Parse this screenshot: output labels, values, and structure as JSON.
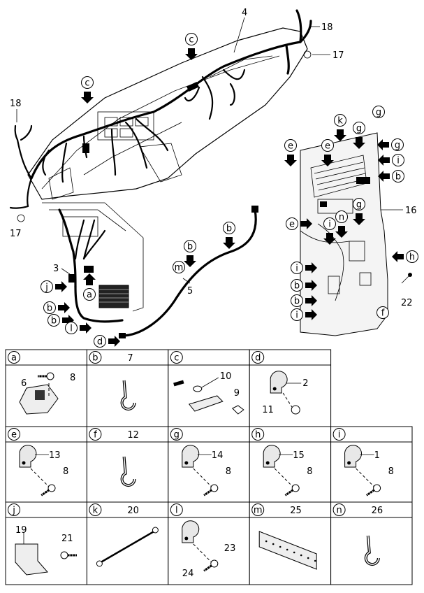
{
  "callouts": {
    "c1": "4",
    "c2": "18",
    "c3": "17",
    "c4": "18",
    "c5": "17",
    "c6": "3",
    "c7": "5",
    "c8": "16",
    "c9": "22"
  },
  "letters": {
    "l_c_top": "c",
    "l_c_left": "c",
    "l_m": "m",
    "l_a": "a",
    "l_j": "j",
    "l_b1": "b",
    "l_b2": "b",
    "l_l": "l",
    "l_d": "d",
    "l_b3": "b",
    "l_b4": "b",
    "l_e1": "e",
    "l_k": "k",
    "l_g1": "g",
    "l_e2": "e",
    "l_g2": "g",
    "l_g3": "g",
    "l_i1": "i",
    "l_b5": "b",
    "l_e3": "e",
    "l_i2": "i",
    "l_n": "n",
    "l_g4": "g",
    "l_i3": "i",
    "l_b6": "b",
    "l_b7": "b",
    "l_i4": "i",
    "l_h": "h",
    "l_f": "f"
  },
  "grid": {
    "cells": [
      {
        "key": "a",
        "number": "",
        "parts": [
          "6",
          "8"
        ]
      },
      {
        "key": "b",
        "number": "7",
        "parts": []
      },
      {
        "key": "c",
        "number": "",
        "parts": [
          "10",
          "9"
        ]
      },
      {
        "key": "d",
        "number": "",
        "parts": [
          "2",
          "11"
        ]
      },
      {
        "key": "e",
        "number": "",
        "parts": [
          "13",
          "8"
        ]
      },
      {
        "key": "f",
        "number": "12",
        "parts": []
      },
      {
        "key": "g",
        "number": "",
        "parts": [
          "14",
          "8"
        ]
      },
      {
        "key": "h",
        "number": "",
        "parts": [
          "15",
          "8"
        ]
      },
      {
        "key": "i",
        "number": "",
        "parts": [
          "1",
          "8"
        ]
      },
      {
        "key": "j",
        "number": "",
        "parts": [
          "19",
          "21"
        ]
      },
      {
        "key": "k",
        "number": "20",
        "parts": []
      },
      {
        "key": "l",
        "number": "",
        "parts": [
          "23",
          "24"
        ]
      },
      {
        "key": "m",
        "number": "25",
        "parts": []
      },
      {
        "key": "n",
        "number": "26",
        "parts": []
      }
    ]
  }
}
